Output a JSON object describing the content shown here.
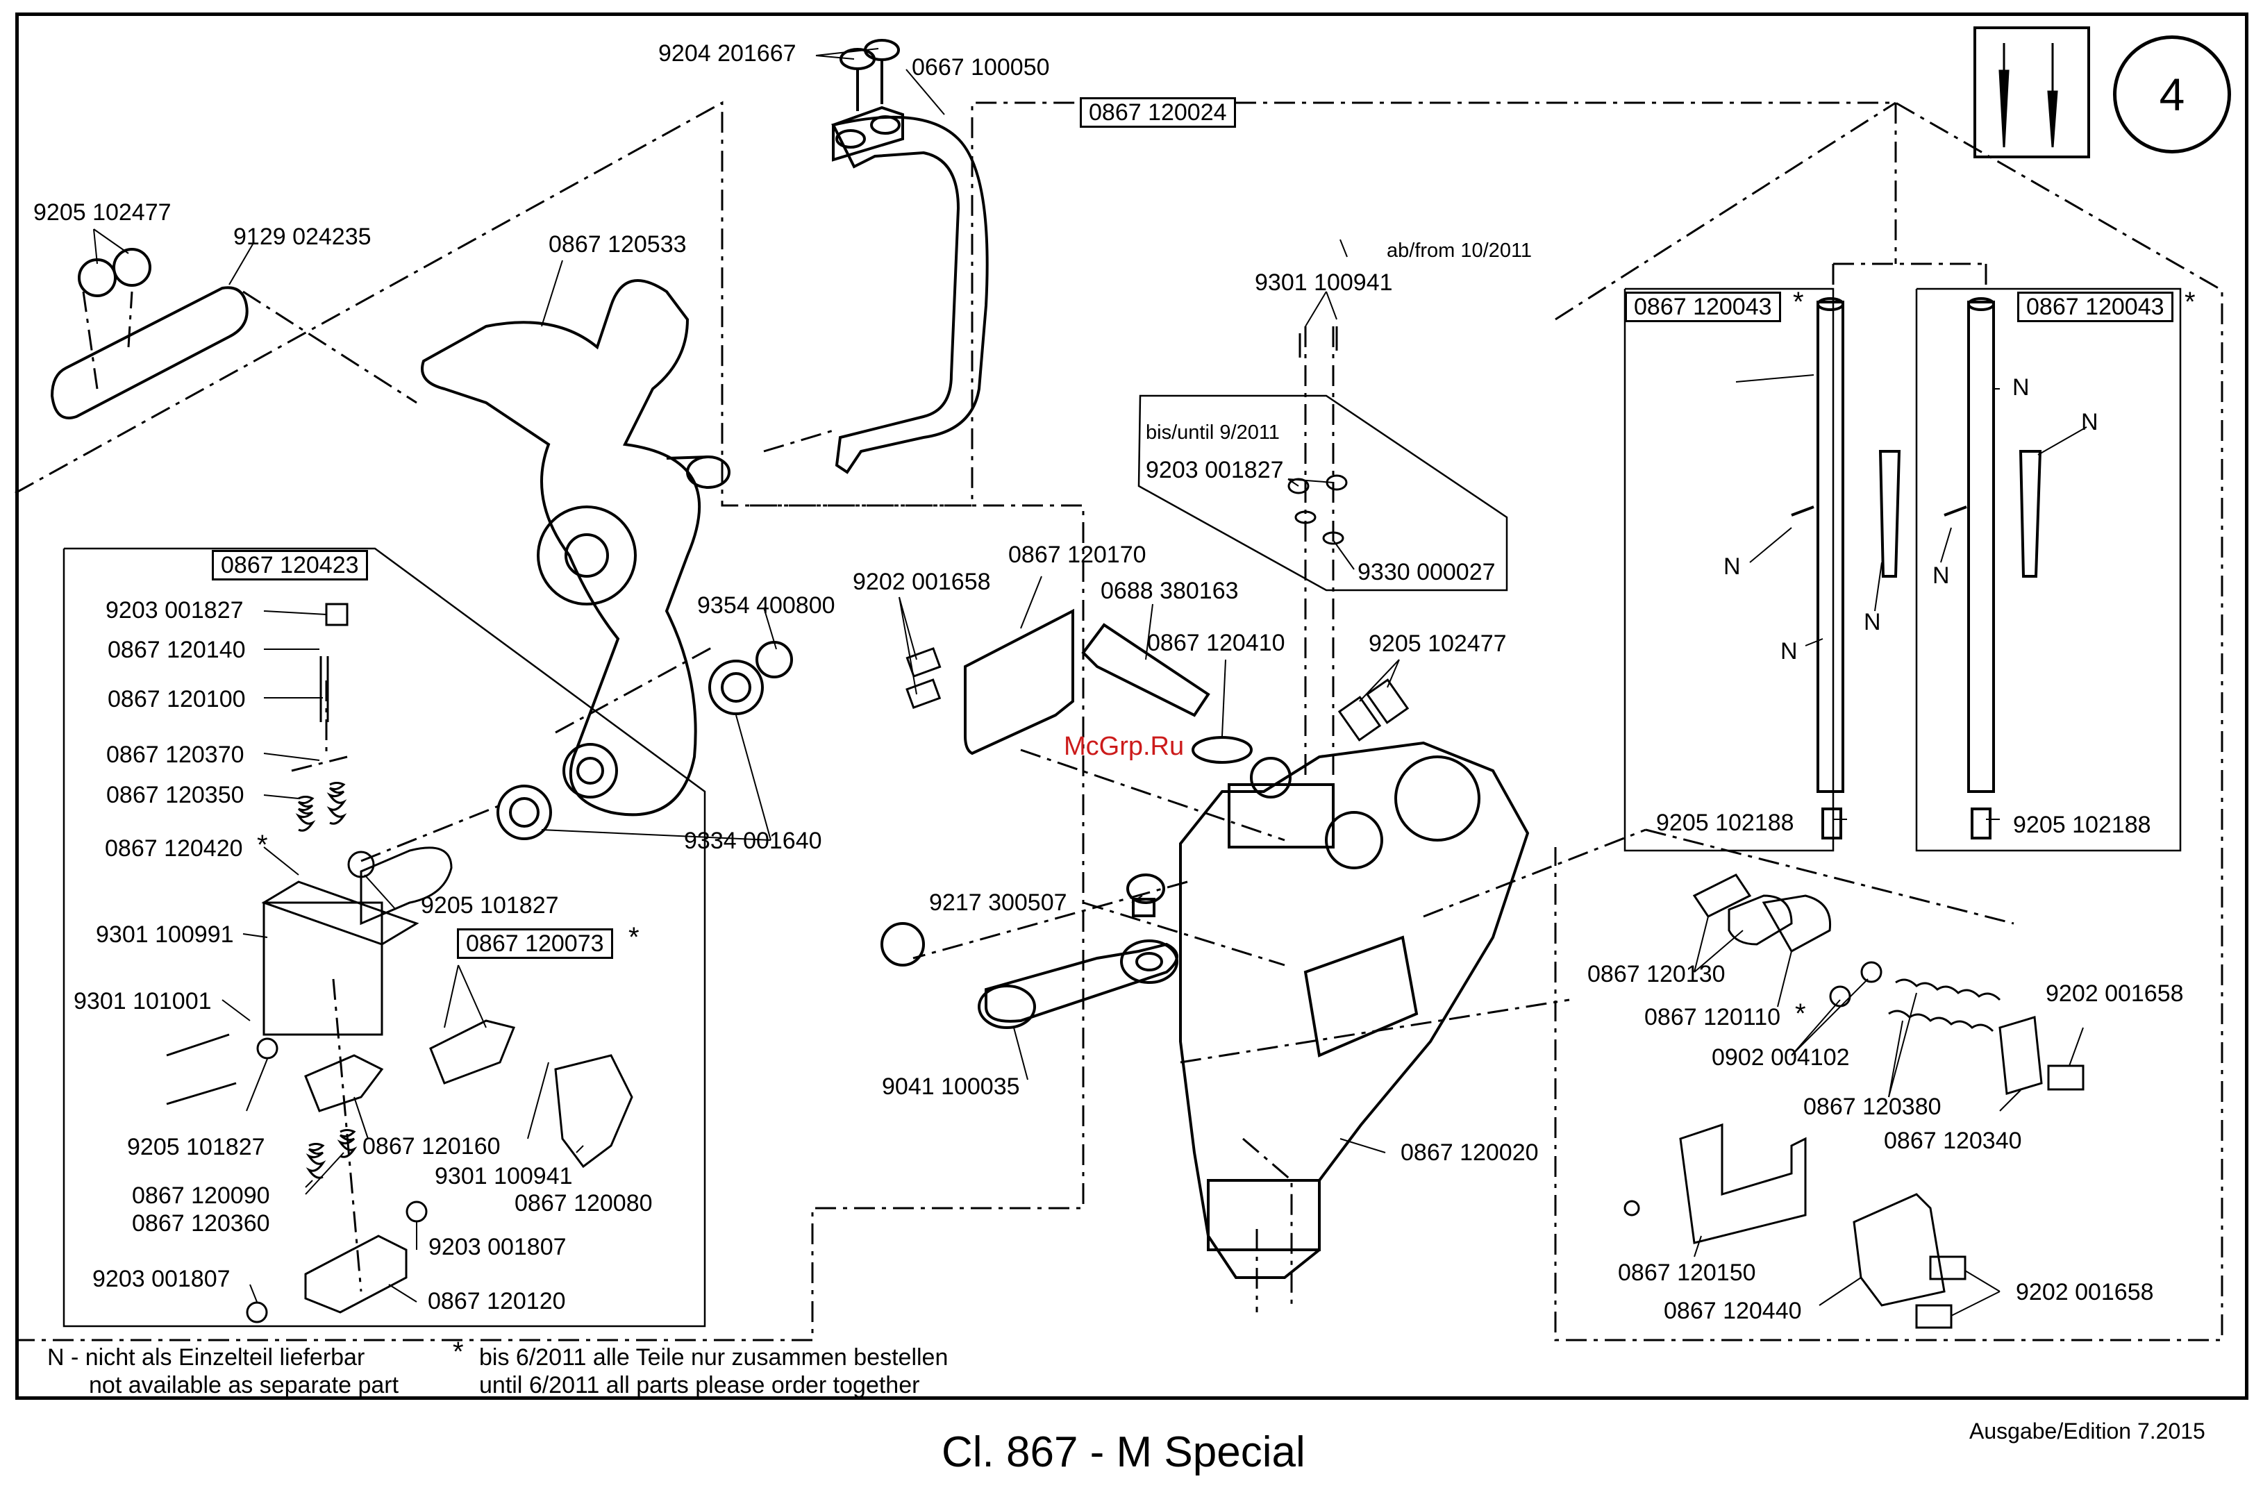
{
  "title": "Cl. 867 - M Special",
  "edition": "Ausgabe/Edition  7.2015",
  "page_number": "4",
  "watermark": "McGrp.Ru",
  "notes": {
    "n_de": "N - nicht als Einzelteil lieferbar",
    "n_en": "not available as separate part",
    "star": "*",
    "star_de": "bis 6/2011 alle Teile nur zusammen bestellen",
    "star_en": "until 6/2011 all parts please order together"
  },
  "labels": {
    "l01": "9204 201667",
    "l02": "0667 100050",
    "l03": "0867 120024",
    "l04": "9205 102477",
    "l05": "9129 024235",
    "l06": "0867 120533",
    "l07": "ab/from 10/2011",
    "l08": "9301 100941",
    "l09": "0867 120043",
    "l10": "0867 120043",
    "l11": "bis/until 9/2011",
    "l12": "9203 001827",
    "l13": "9330 000027",
    "l14": "0867 120423",
    "l15": "9203 001827",
    "l16": "0867 120140",
    "l17": "0867 120100",
    "l18": "0867 120370",
    "l19": "0867 120350",
    "l20": "0867 120420",
    "l21": "9301 100991",
    "l22": "9301 101001",
    "l23": "9205 101827",
    "l24": "9205 101827",
    "l25": "0867 120073",
    "l26": "0867 120160",
    "l27": "9301 100941",
    "l28": "0867 120080",
    "l29": "0867 120090",
    "l30": "0867 120360",
    "l31": "9203 001807",
    "l32": "9203 001807",
    "l33": "0867 120120",
    "l34": "9354 400800",
    "l35": "9334 001640",
    "l36": "9202 001658",
    "l37": "0867 120170",
    "l38": "0688 380163",
    "l39": "0867 120410",
    "l40": "9205 102477",
    "l41": "9217 300507",
    "l42": "9041 100035",
    "l43": "0867 120020",
    "l44": "9205 102188",
    "l45": "9205 102188",
    "l46": "0867 120130",
    "l47": "0867 120110",
    "l48": "0902 004102",
    "l49": "9202 001658",
    "l50": "0867 120380",
    "l51": "0867 120340",
    "l52": "0867 120150",
    "l53": "0867 120440",
    "l54": "9202 001658",
    "n": "N"
  }
}
